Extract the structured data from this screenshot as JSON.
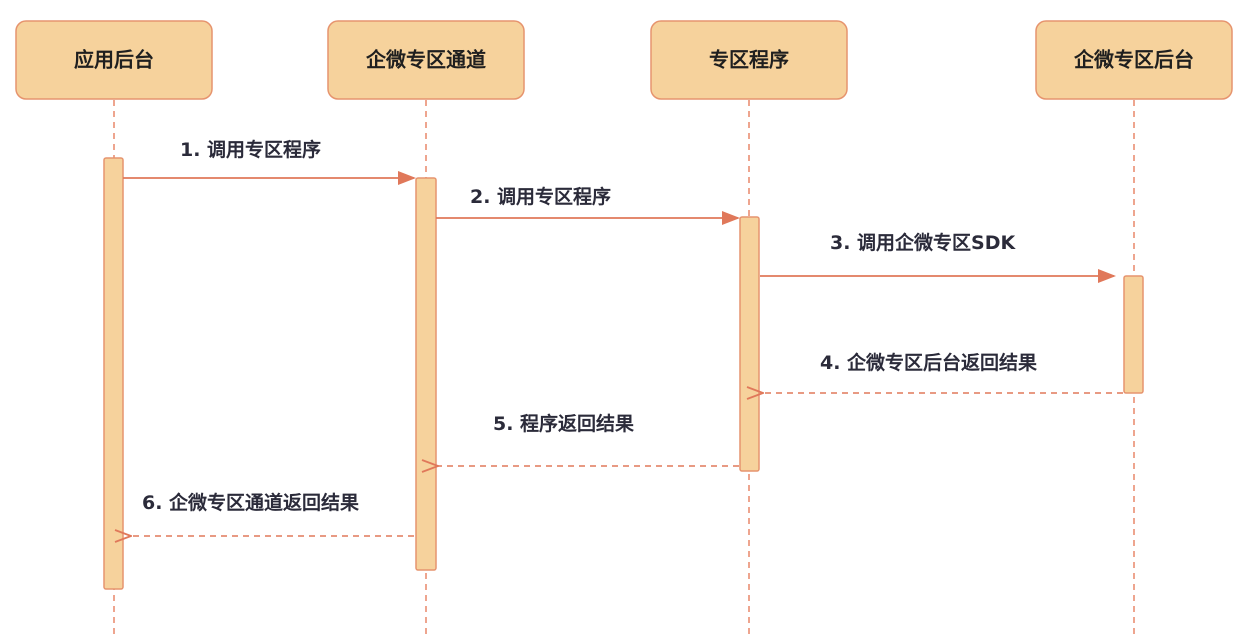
{
  "diagram": {
    "type": "sequence",
    "participants": [
      {
        "id": "app",
        "label": "应用后台"
      },
      {
        "id": "channel",
        "label": "企微专区通道"
      },
      {
        "id": "program",
        "label": "专区程序"
      },
      {
        "id": "backend",
        "label": "企微专区后台"
      }
    ],
    "messages": [
      {
        "from": "app",
        "to": "channel",
        "label": "1. 调用专区程序",
        "style": "solid"
      },
      {
        "from": "channel",
        "to": "program",
        "label": "2. 调用专区程序",
        "style": "solid"
      },
      {
        "from": "program",
        "to": "backend",
        "label": "3. 调用企微专区SDK",
        "style": "solid"
      },
      {
        "from": "backend",
        "to": "program",
        "label": "4. 企微专区后台返回结果",
        "style": "dashed"
      },
      {
        "from": "program",
        "to": "channel",
        "label": "5. 程序返回结果",
        "style": "dashed"
      },
      {
        "from": "channel",
        "to": "app",
        "label": "6. 企微专区通道返回结果",
        "style": "dashed"
      }
    ]
  },
  "colors": {
    "box_fill": "#f6d29c",
    "box_stroke": "#e6946e",
    "arrow": "#e0785a",
    "lifeline": "#e8876a",
    "text": "#1f1f1f"
  }
}
